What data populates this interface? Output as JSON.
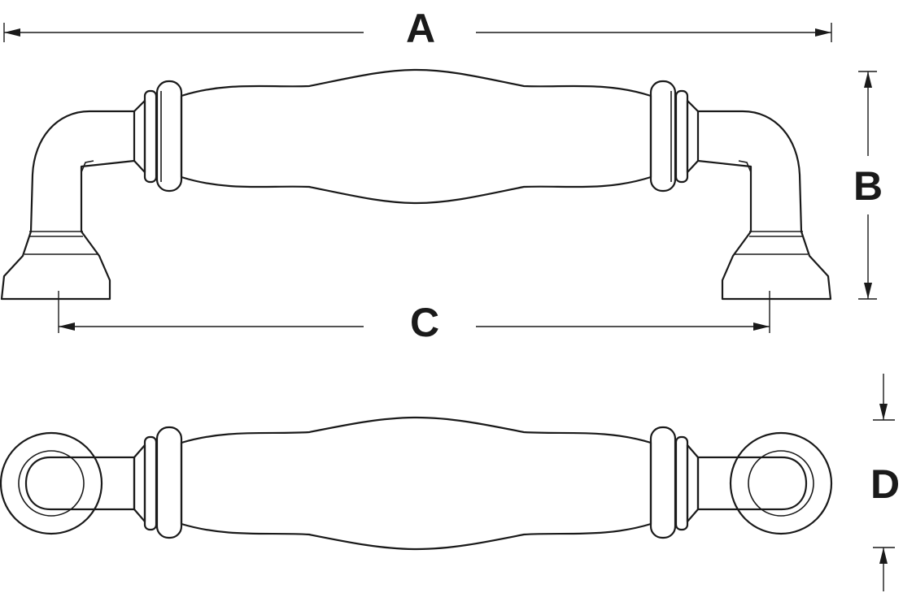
{
  "dimensions": {
    "a": "A",
    "b": "B",
    "c": "C",
    "d": "D"
  },
  "colors": {
    "stroke": "#1a1a1a",
    "background": "#ffffff"
  }
}
